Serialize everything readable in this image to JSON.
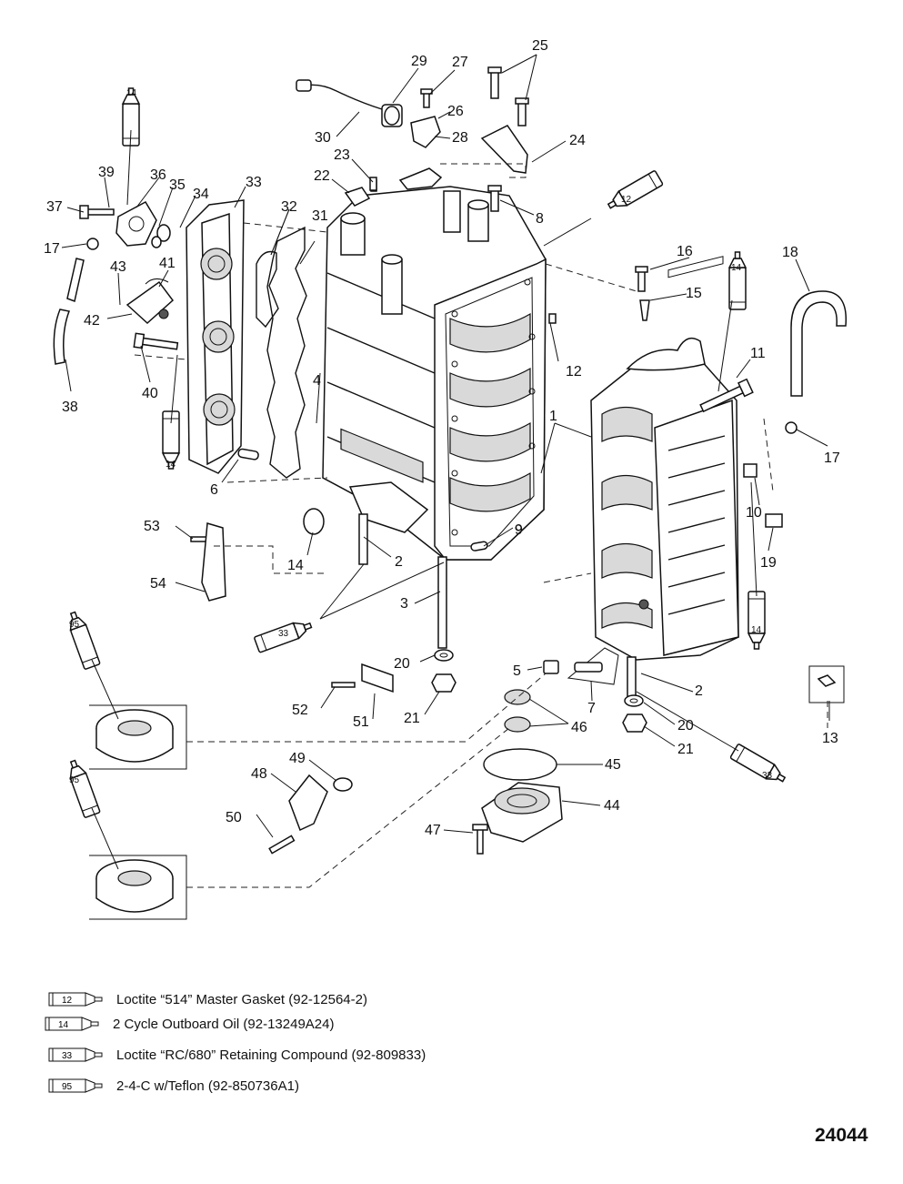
{
  "callouts": [
    "1",
    "2",
    "3",
    "4",
    "5",
    "6",
    "7",
    "8",
    "9",
    "10",
    "11",
    "12",
    "13",
    "14",
    "15",
    "16",
    "17",
    "18",
    "19",
    "20",
    "21",
    "22",
    "23",
    "24",
    "25",
    "26",
    "27",
    "28",
    "29",
    "30",
    "31",
    "32",
    "33",
    "34",
    "35",
    "36",
    "37",
    "38",
    "39",
    "40",
    "41",
    "42",
    "43",
    "44",
    "45",
    "46",
    "47",
    "48",
    "49",
    "50",
    "51",
    "52",
    "53",
    "54"
  ],
  "tube_codes": [
    "12",
    "14",
    "33",
    "95"
  ],
  "legend": [
    {
      "code": "12",
      "text": "Loctite “514” Master Gasket (92-12564-2)"
    },
    {
      "code": "14",
      "text": "2 Cycle Outboard Oil (92-13249A24)"
    },
    {
      "code": "33",
      "text": "Loctite “RC/680” Retaining Compound (92-809833)"
    },
    {
      "code": "95",
      "text": "2-4-C w/Teflon (92-850736A1)"
    }
  ],
  "figure_number": "24044"
}
